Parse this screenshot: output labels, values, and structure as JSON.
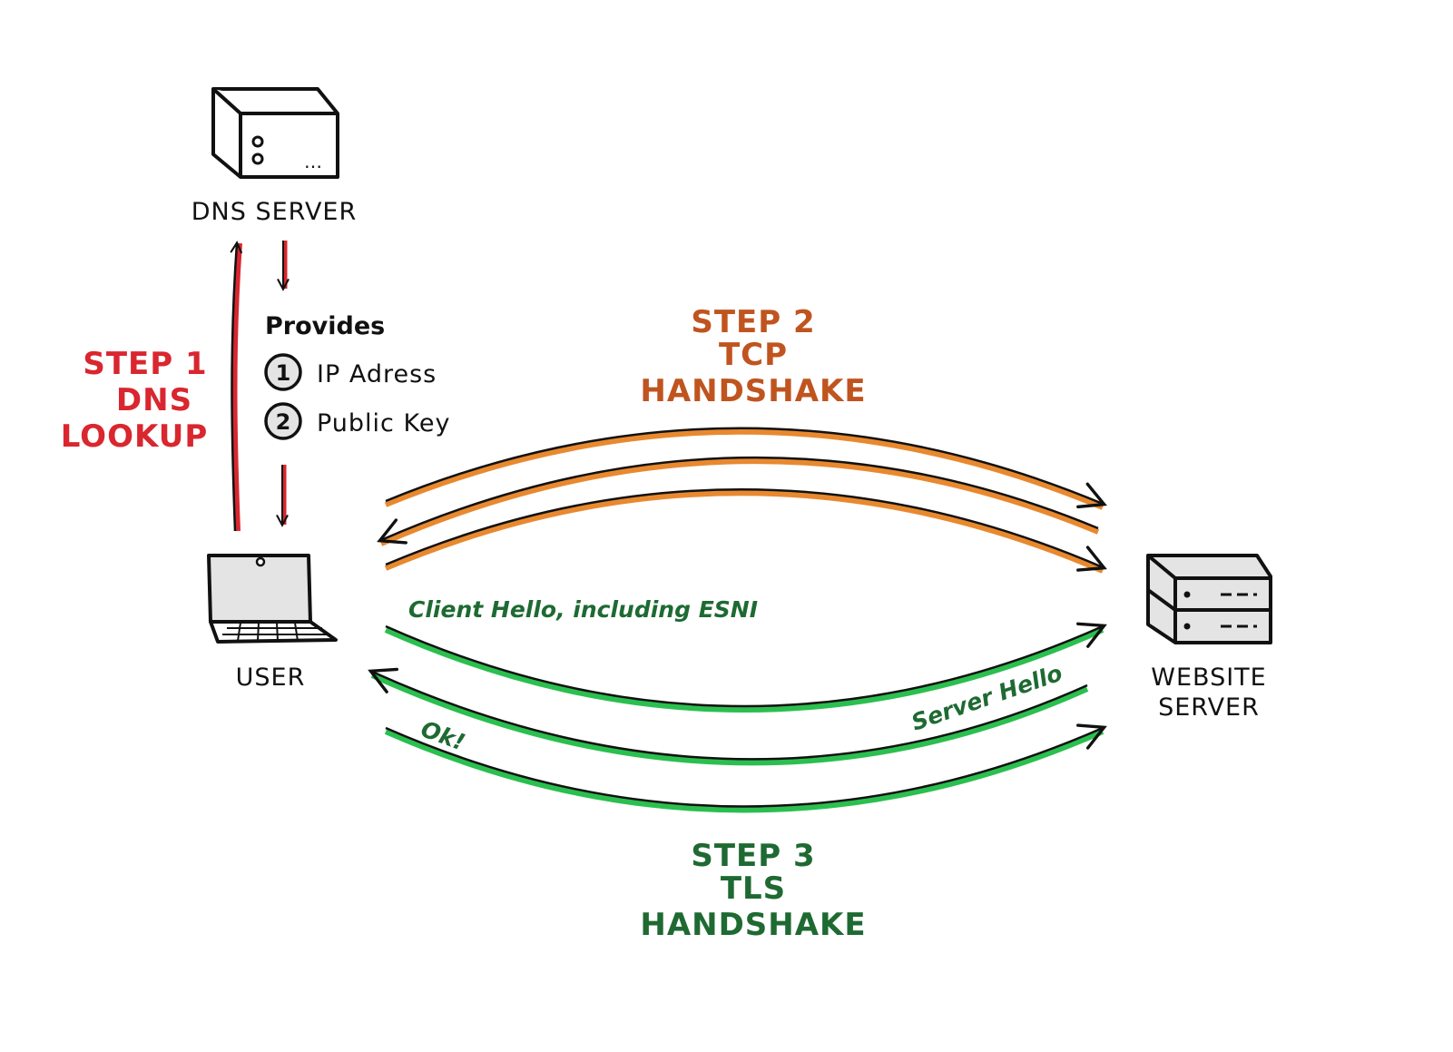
{
  "dns_server": {
    "label": "DNS SERVER"
  },
  "user": {
    "label": "USER"
  },
  "website_server": {
    "label_line1": "WEBSITE",
    "label_line2": "SERVER"
  },
  "step1": {
    "line1": "STEP 1",
    "line2": "DNS",
    "line3": "LOOKUP",
    "color": "#d9262f"
  },
  "provides": {
    "title": "Provides",
    "items": [
      {
        "number": "1",
        "label": "IP Adress"
      },
      {
        "number": "2",
        "label": "Public Key"
      }
    ]
  },
  "step2": {
    "line1": "STEP 2",
    "line2": "TCP",
    "line3": "HANDSHAKE",
    "color": "#c0541f",
    "arrow_color": "#e8892f"
  },
  "step3": {
    "line1": "STEP 3",
    "line2": "TLS",
    "line3": "HANDSHAKE",
    "color": "#1e6a32",
    "arrow_color": "#2bbf4f",
    "client_hello": "Client Hello, including ESNI",
    "server_hello": "Server Hello",
    "ok": "Ok!"
  }
}
